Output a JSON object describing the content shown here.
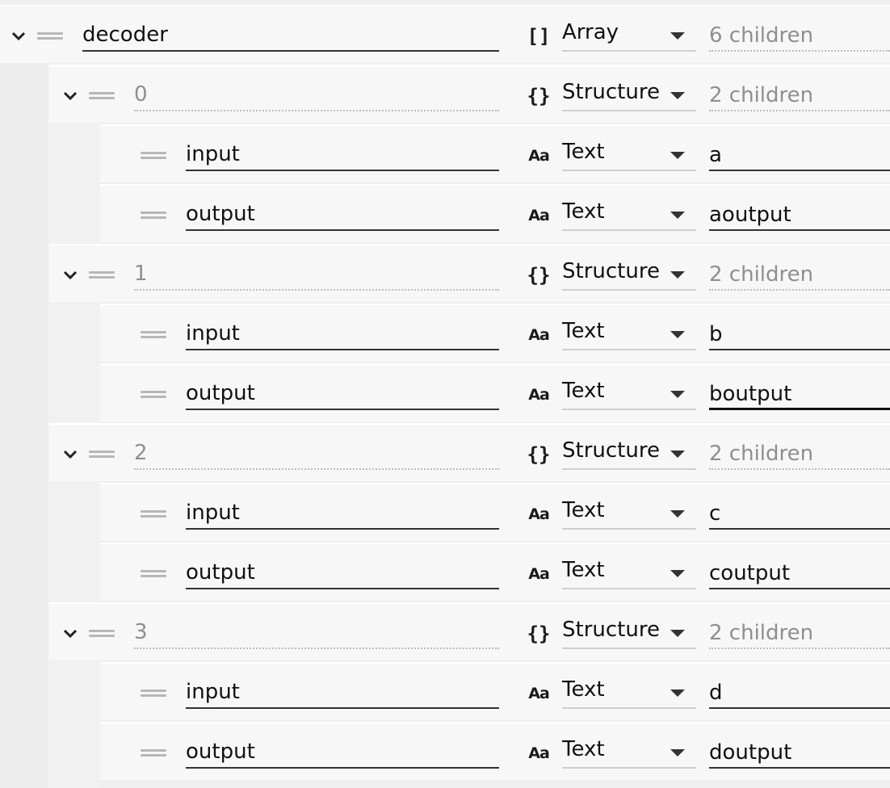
{
  "root": {
    "name": "decoder",
    "type_icon": "[]",
    "type": "Array",
    "value": "6 children"
  },
  "items": [
    {
      "index": "0",
      "type_icon": "{}",
      "type": "Structure",
      "value": "2 children",
      "children": [
        {
          "name": "input",
          "type_icon": "Aa",
          "type": "Text",
          "value": "a"
        },
        {
          "name": "output",
          "type_icon": "Aa",
          "type": "Text",
          "value": "aoutput"
        }
      ]
    },
    {
      "index": "1",
      "type_icon": "{}",
      "type": "Structure",
      "value": "2 children",
      "children": [
        {
          "name": "input",
          "type_icon": "Aa",
          "type": "Text",
          "value": "b"
        },
        {
          "name": "output",
          "type_icon": "Aa",
          "type": "Text",
          "value": "boutput"
        }
      ]
    },
    {
      "index": "2",
      "type_icon": "{}",
      "type": "Structure",
      "value": "2 children",
      "children": [
        {
          "name": "input",
          "type_icon": "Aa",
          "type": "Text",
          "value": "c"
        },
        {
          "name": "output",
          "type_icon": "Aa",
          "type": "Text",
          "value": "coutput"
        }
      ]
    },
    {
      "index": "3",
      "type_icon": "{}",
      "type": "Structure",
      "value": "2 children",
      "children": [
        {
          "name": "input",
          "type_icon": "Aa",
          "type": "Text",
          "value": "d"
        },
        {
          "name": "output",
          "type_icon": "Aa",
          "type": "Text",
          "value": "doutput"
        }
      ]
    }
  ],
  "icons": {
    "expand": "chevron-down-icon",
    "drag": "drag-handle-icon",
    "array": "array-type-icon",
    "structure": "structure-type-icon",
    "text": "text-type-icon",
    "dropdown": "caret-down-icon"
  }
}
